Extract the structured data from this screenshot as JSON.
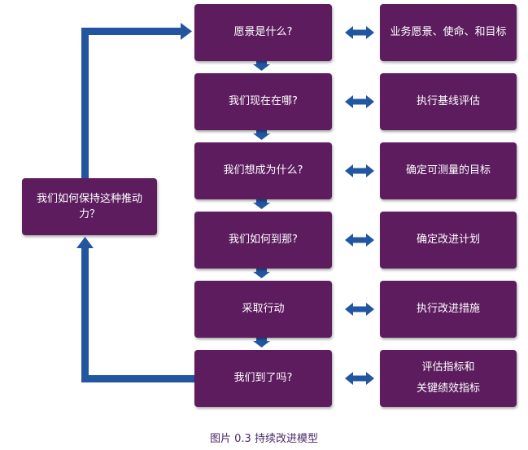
{
  "diagram": {
    "left_box": "我们如何保持这种推动力？",
    "steps": [
      "愿景是什么?",
      "我们现在在哪?",
      "我们想成为什么?",
      "我们如何到那?",
      "采取行动",
      "我们到了吗?"
    ],
    "results": [
      "业务愿景、使命、和目标",
      "执行基线评估",
      "确定可测量的目标",
      "确定改进计划",
      "执行改进措施"
    ],
    "last_result": {
      "line1": "评估指标和",
      "line2": "关键绩效指标"
    },
    "caption": "图片 0.3 持续改进模型"
  },
  "colors": {
    "box_fill": "#5c1c5e",
    "arrow": "#2256a0",
    "text": "#ffffff",
    "caption": "#4a2a6a"
  }
}
